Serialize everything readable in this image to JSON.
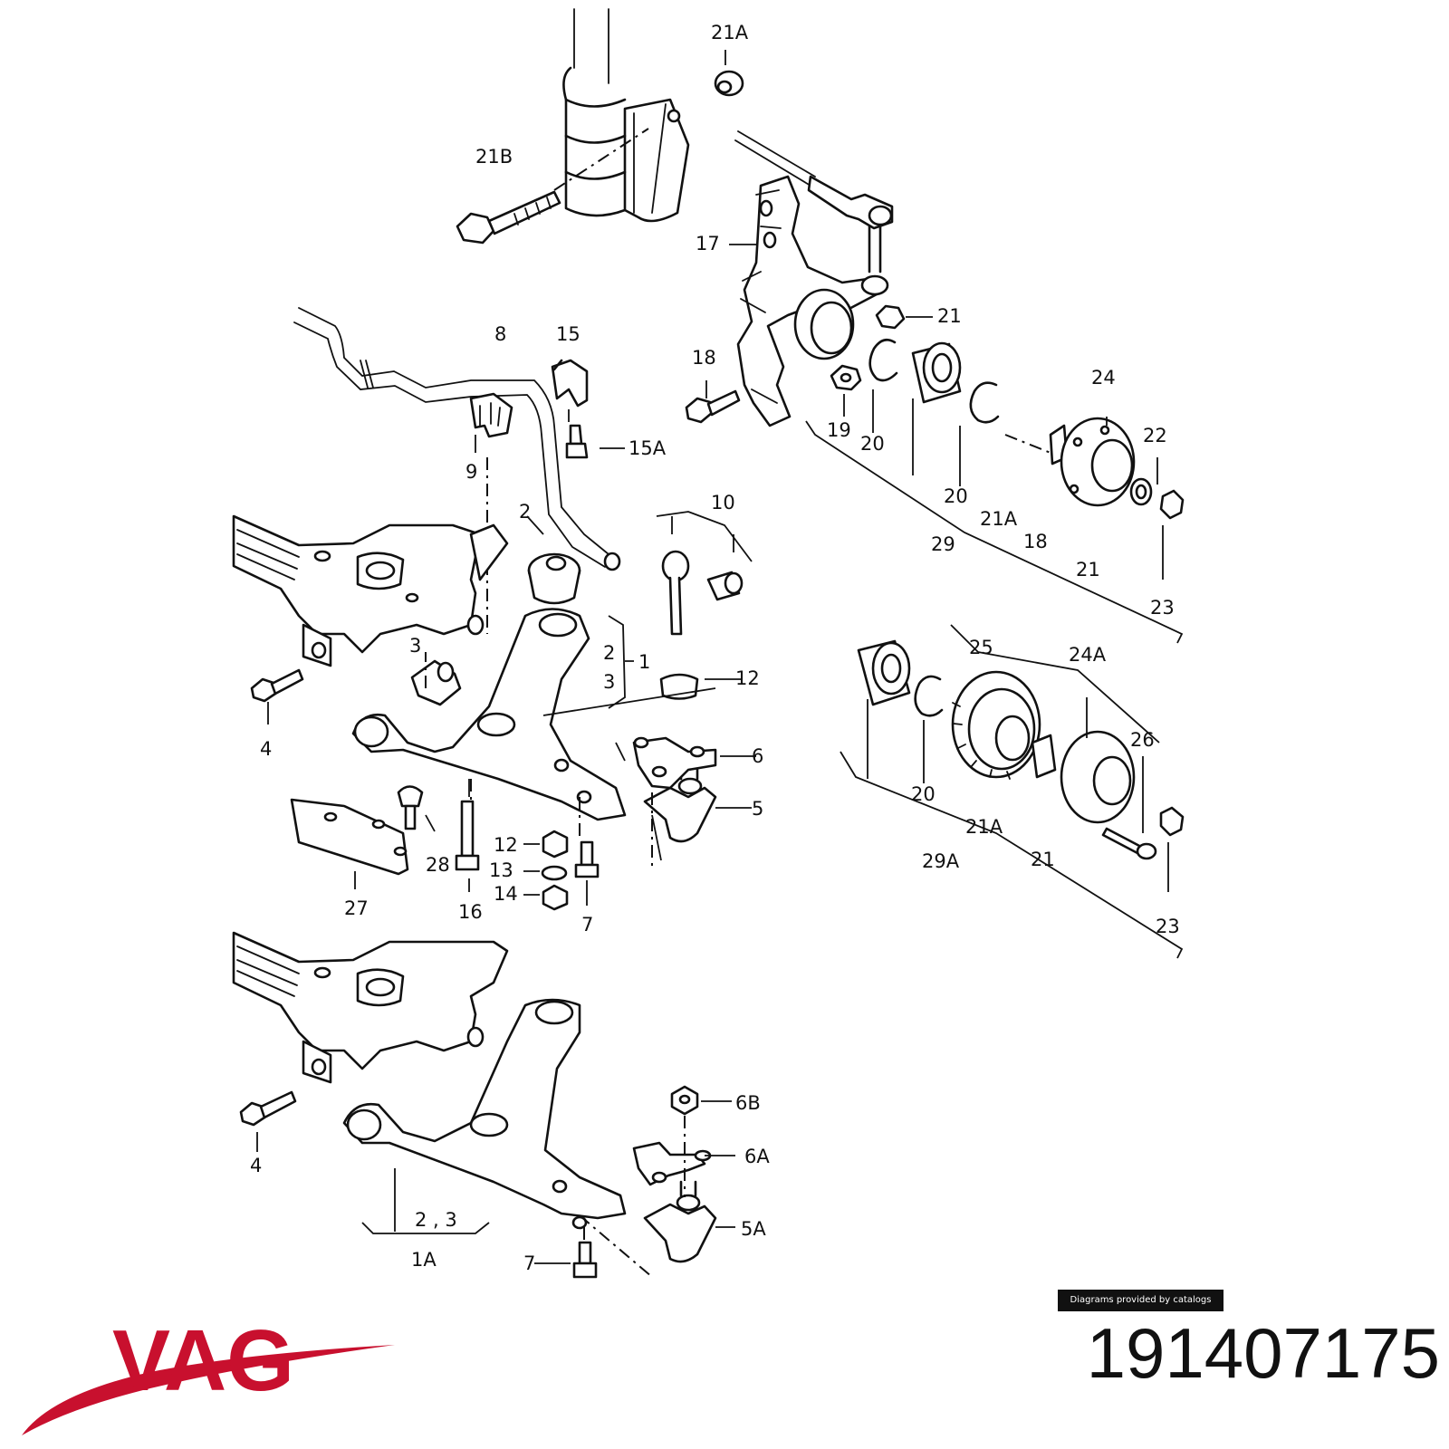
{
  "callouts": [
    {
      "id": "l-21A-top",
      "text": "21A"
    },
    {
      "id": "l-21B",
      "text": "21B"
    },
    {
      "id": "l-17",
      "text": "17"
    },
    {
      "id": "l-21-knuckle",
      "text": "21"
    },
    {
      "id": "l-8",
      "text": "8"
    },
    {
      "id": "l-15",
      "text": "15"
    },
    {
      "id": "l-18-bolt",
      "text": "18"
    },
    {
      "id": "l-24",
      "text": "24"
    },
    {
      "id": "l-22",
      "text": "22"
    },
    {
      "id": "l-19",
      "text": "19"
    },
    {
      "id": "l-20-a",
      "text": "20"
    },
    {
      "id": "l-15A",
      "text": "15A"
    },
    {
      "id": "l-9",
      "text": "9"
    },
    {
      "id": "l-20-b",
      "text": "20"
    },
    {
      "id": "l-21A-mid",
      "text": "21A"
    },
    {
      "id": "l-29",
      "text": "29"
    },
    {
      "id": "l-18-mid",
      "text": "18"
    },
    {
      "id": "l-21-mid",
      "text": "21"
    },
    {
      "id": "l-23-top",
      "text": "23"
    },
    {
      "id": "l-2-top",
      "text": "2"
    },
    {
      "id": "l-10",
      "text": "10"
    },
    {
      "id": "l-2-mid",
      "text": "2"
    },
    {
      "id": "l-1",
      "text": "1"
    },
    {
      "id": "l-3-mid",
      "text": "3"
    },
    {
      "id": "l-3-bush",
      "text": "3"
    },
    {
      "id": "l-12-right",
      "text": "12"
    },
    {
      "id": "l-4-top",
      "text": "4"
    },
    {
      "id": "l-6",
      "text": "6"
    },
    {
      "id": "l-5",
      "text": "5"
    },
    {
      "id": "l-12-bottom",
      "text": "12"
    },
    {
      "id": "l-13",
      "text": "13"
    },
    {
      "id": "l-14",
      "text": "14"
    },
    {
      "id": "l-28",
      "text": "28"
    },
    {
      "id": "l-27",
      "text": "27"
    },
    {
      "id": "l-16",
      "text": "16"
    },
    {
      "id": "l-7-top",
      "text": "7"
    },
    {
      "id": "l-25",
      "text": "25"
    },
    {
      "id": "l-24A",
      "text": "24A"
    },
    {
      "id": "l-26",
      "text": "26"
    },
    {
      "id": "l-20-c",
      "text": "20"
    },
    {
      "id": "l-21A-low",
      "text": "21A"
    },
    {
      "id": "l-29A",
      "text": "29A"
    },
    {
      "id": "l-21-low",
      "text": "21"
    },
    {
      "id": "l-23-low",
      "text": "23"
    },
    {
      "id": "l-6B",
      "text": "6B"
    },
    {
      "id": "l-6A",
      "text": "6A"
    },
    {
      "id": "l-4-bottom",
      "text": "4"
    },
    {
      "id": "l-5A",
      "text": "5A"
    },
    {
      "id": "l-2-3",
      "text": "2 , 3"
    },
    {
      "id": "l-1A",
      "text": "1A"
    },
    {
      "id": "l-7-bottom",
      "text": "7"
    }
  ],
  "credit": "Diagrams provided by catalogs parts",
  "brand": {
    "name": "VAG",
    "color": "#c8102e"
  },
  "part_number": "191407175"
}
